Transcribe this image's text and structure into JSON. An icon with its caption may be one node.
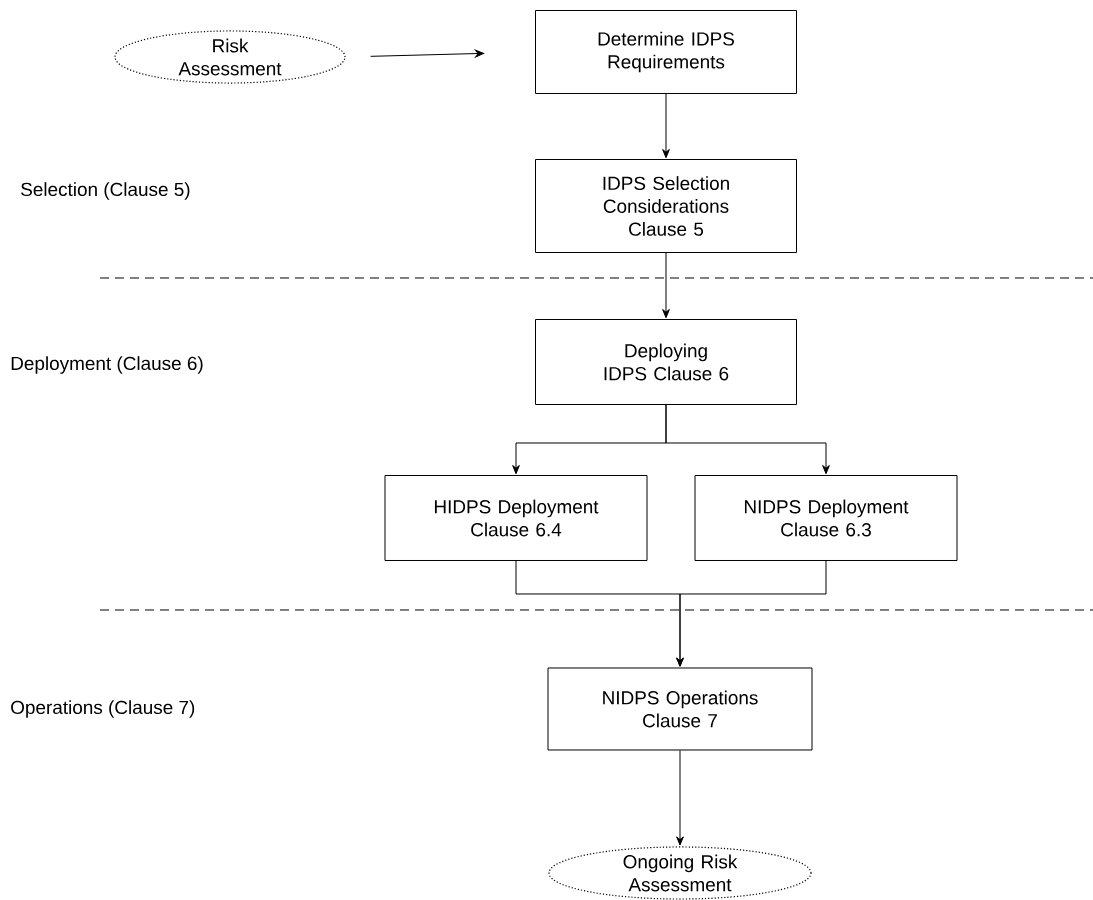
{
  "diagram": {
    "nodes": [
      {
        "text": [
          "Risk Assessment"
        ]
      },
      {
        "text": [
          "Determine IDPS Requirements"
        ]
      },
      {
        "text": [
          "IDPS Selection Considerations Clause 5"
        ]
      },
      {
        "text": [
          "Deploying IDPS Clause 6"
        ]
      },
      {
        "text": [
          "HIDPS Deployment Clause 6.4"
        ]
      },
      {
        "text": [
          "NIDPS Deployment Clause 6.3"
        ]
      },
      {
        "text": [
          "NIDPS Operations Clause 7"
        ]
      },
      {
        "text": [
          "Ongoing Risk Assessment"
        ]
      }
    ],
    "edges": [
      {
        "from": 0,
        "to": 1,
        "arrow": "to"
      },
      {
        "from": 1,
        "to": 2,
        "arrow": "to"
      },
      {
        "from": 2,
        "to": 3,
        "arrow": "to"
      },
      {
        "from": 3,
        "to": 4,
        "arrow": "to"
      },
      {
        "from": 3,
        "to": 5,
        "arrow": "to"
      },
      {
        "from": 4,
        "to": 6,
        "arrow": "to"
      },
      {
        "from": 5,
        "to": 6,
        "arrow": "to"
      },
      {
        "from": 6,
        "to": 7,
        "arrow": "to"
      }
    ],
    "labels": [
      "Selection (Clause 5)",
      "Deployment (Clause 6)",
      "Operations (Clause 7)"
    ]
  }
}
